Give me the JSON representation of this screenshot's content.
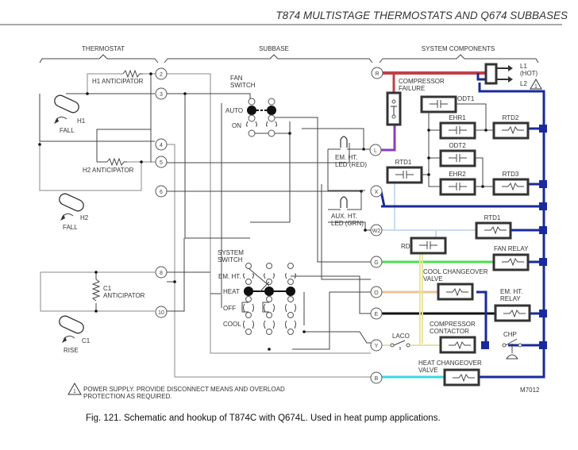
{
  "header": {
    "title": "T874 MULTISTAGE THERMOSTATS AND Q674 SUBBASES"
  },
  "sections": {
    "thermostat": "THERMOSTAT",
    "subbase": "SUBBASE",
    "system_components": "SYSTEM COMPONENTS"
  },
  "thermostat": {
    "h1_anticipator": "H1 ANTICIPATOR",
    "h2_anticipator": "H2 ANTICIPATOR",
    "c1_anticipator_line1": "C1",
    "c1_anticipator_line2": "ANTICIPATOR",
    "h1_label": "H1",
    "h1_dir": "FALL",
    "h2_label": "H2",
    "h2_dir": "FALL",
    "c1_label": "C1",
    "c1_dir": "RISE"
  },
  "terminals_left": [
    "2",
    "3",
    "4",
    "5",
    "6",
    "8",
    "10"
  ],
  "terminals_right": [
    "R",
    "L",
    "X",
    "W2",
    "G",
    "O",
    "E",
    "Y",
    "B"
  ],
  "subbase": {
    "fan_switch_line1": "FAN",
    "fan_switch_line2": "SWITCH",
    "fan_auto": "AUTO",
    "fan_on": "ON",
    "system_switch_line1": "SYSTEM",
    "system_switch_line2": "SWITCH",
    "sys_emht": "EM. HT.",
    "sys_heat": "HEAT",
    "sys_off": "OFF",
    "sys_cool": "COOL",
    "em_led_line1": "EM. HT.",
    "em_led_line2": "LED (RED)",
    "aux_led_line1": "AUX. HT.",
    "aux_led_line2": "LED (GRN)"
  },
  "components": {
    "compressor_failure_line1": "COMPRESSOR",
    "compressor_failure_line2": "FAILURE",
    "odt1": "ODT1",
    "ehr1": "EHR1",
    "rtd2": "RTD2",
    "odt2": "ODT2",
    "ehr2": "EHR2",
    "rtd3": "RTD3",
    "rtd1_contact": "RTD1",
    "rtd1_coil": "RTD1",
    "rd": "RD",
    "fan_relay": "FAN RELAY",
    "cool_changeover_line1": "COOL CHANGEOVER",
    "cool_changeover_line2": "VALVE",
    "em_ht_relay_line1": "EM. HT.",
    "em_ht_relay_line2": "RELAY",
    "compressor_contactor_line1": "COMPRESSOR",
    "compressor_contactor_line2": "CONTACTOR",
    "laco": "LACO",
    "chp": "CHP",
    "heat_changeover_line1": "HEAT CHANGEOVER",
    "heat_changeover_line2": "VALVE",
    "l1": "L1",
    "l1_hot": "(HOT)",
    "l2": "L2",
    "note_mark": "1"
  },
  "footer": {
    "note_line1": "POWER SUPPLY.  PROVIDE DISCONNECT MEANS AND OVERLOAD",
    "note_line2": "PROTECTION AS REQUIRED.",
    "drawing_id": "M7012",
    "caption": "Fig. 121. Schematic and hookup of T874C with Q674L. Used in heat pump applications."
  },
  "wire_colors": {
    "R": "#c0404a",
    "L": "#8a3cc0",
    "X": "#1a2a9a",
    "W2": "#c8dcf0",
    "G": "#4ce04c",
    "O": "#e8c49a",
    "E": "#111111",
    "Y": "#e8e4a0",
    "B": "#3ad8e0",
    "common": "#1a2a9a"
  }
}
